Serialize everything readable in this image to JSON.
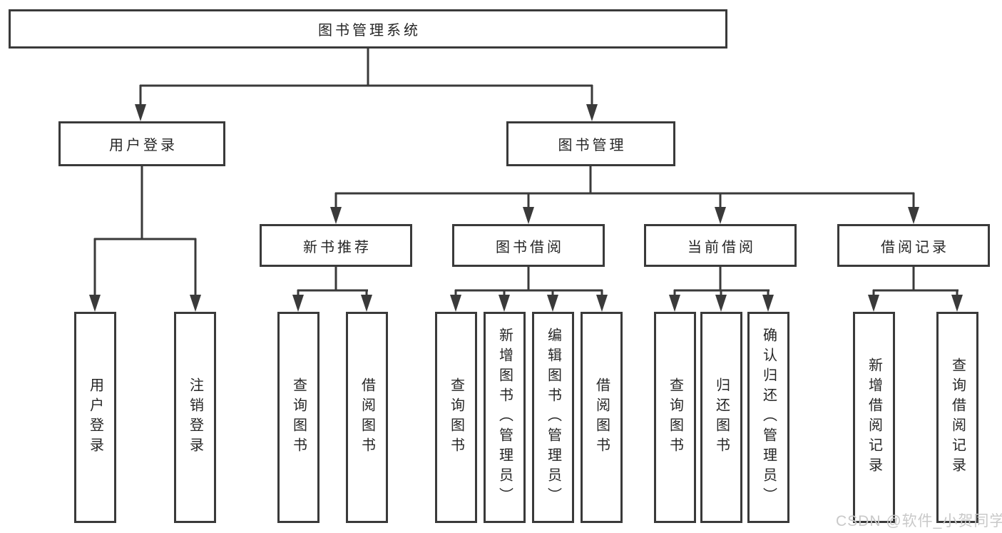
{
  "diagram": {
    "colors": {
      "line": "#3a3a3a",
      "text": "#262626",
      "background": "#ffffff",
      "watermark": "#c9c9c9"
    },
    "tree": {
      "root": "图书管理系统",
      "branches": [
        {
          "label": "用户登录",
          "leaves": [
            "用户登录",
            "注销登录"
          ]
        },
        {
          "label": "图书管理",
          "groups": [
            {
              "label": "新书推荐",
              "leaves": [
                "查询图书",
                "借阅图书"
              ]
            },
            {
              "label": "图书借阅",
              "leaves": [
                "查询图书",
                "新增图书（管理员）",
                "编辑图书（管理员）",
                "借阅图书"
              ]
            },
            {
              "label": "当前借阅",
              "leaves": [
                "查询图书",
                "归还图书",
                "确认归还（管理员）"
              ]
            },
            {
              "label": "借阅记录",
              "leaves": [
                "新增借阅记录",
                "查询借阅记录"
              ]
            }
          ]
        }
      ]
    },
    "watermark": {
      "text": "CSDN @软件_小贺同学"
    }
  }
}
